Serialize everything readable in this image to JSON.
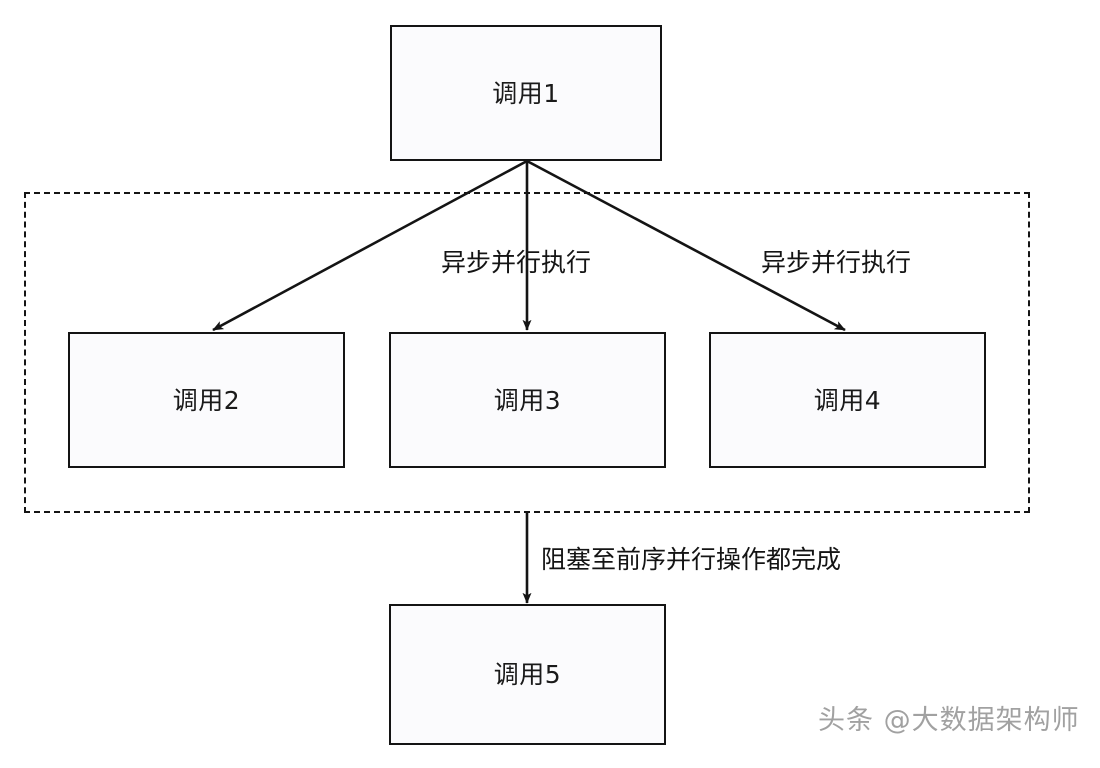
{
  "diagram": {
    "background_color": "#ffffff",
    "node_fill": "#fbfbfd",
    "stroke_color": "#141414",
    "nodes": [
      {
        "id": "call1",
        "label": "调用1"
      },
      {
        "id": "call2",
        "label": "调用2"
      },
      {
        "id": "call3",
        "label": "调用3"
      },
      {
        "id": "call4",
        "label": "调用4"
      },
      {
        "id": "call5",
        "label": "调用5"
      }
    ],
    "group": {
      "id": "parallel-group",
      "style": "dashed"
    },
    "edges": [
      {
        "id": "e1",
        "from": "call1",
        "to": "call2",
        "label": ""
      },
      {
        "id": "e2",
        "from": "call1",
        "to": "call3",
        "label": "异步并行执行"
      },
      {
        "id": "e3",
        "from": "call1",
        "to": "call4",
        "label": "异步并行执行"
      },
      {
        "id": "e4",
        "from": "parallel-group",
        "to": "call5",
        "label": "阻塞至前序并行操作都完成"
      }
    ]
  },
  "watermark": {
    "text": "头条 @大数据架构师",
    "color": "#9a9a9a"
  }
}
